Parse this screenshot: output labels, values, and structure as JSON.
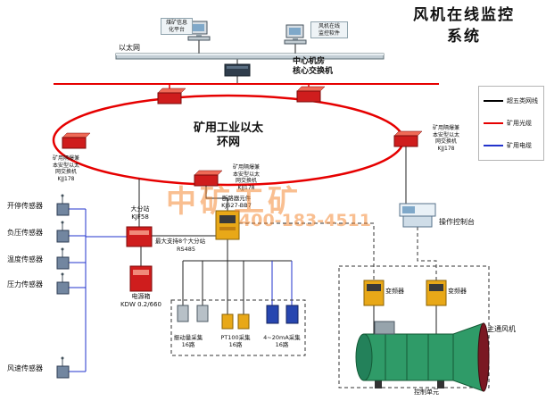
{
  "title": {
    "line1": "风机在线监控",
    "line2": "系统"
  },
  "watermark": {
    "brand": "中矿工矿",
    "phone": "400-183-4511"
  },
  "top": {
    "ethernet_label": "以太网",
    "pc_left_label": [
      "煤矿信息",
      "化平台"
    ],
    "pc_right_label": [
      "风机在线",
      "监控软件"
    ],
    "core_switch_label": [
      "中心机房",
      "核心交换机"
    ]
  },
  "ring": {
    "label": [
      "矿用工业以太",
      "环网"
    ],
    "switch_label": [
      "矿用隔爆兼",
      "本安型以太",
      "网交换机",
      "KJJ178"
    ]
  },
  "legend": {
    "items": [
      {
        "label": "超五类网线",
        "color": "#000000"
      },
      {
        "label": "矿用光缆",
        "color": "#e60000"
      },
      {
        "label": "矿用电缆",
        "color": "#2233cc"
      }
    ]
  },
  "sensors": [
    "开停传感器",
    "负压传感器",
    "温度传感器",
    "压力传感器",
    "风速传感器"
  ],
  "station": {
    "name": "大分站",
    "model": "KJF58",
    "note": "最大支持8个大分站",
    "bus": "RS485"
  },
  "power_box": {
    "name": "电源箱",
    "model": "KDW 0.2/660"
  },
  "breaker": {
    "name": "断路器元件",
    "model": "KJ627-BB7"
  },
  "daq_modules": [
    {
      "label": "振动量采集",
      "channels": "16路"
    },
    {
      "label": "PT100采集",
      "channels": "16路"
    },
    {
      "label": "4~20mA采集",
      "channels": "16路"
    }
  ],
  "right_side": {
    "console": "操作控制台",
    "vfd_left": "变频器",
    "vfd_right": "变频器",
    "fan": "主通风机",
    "control_unit": "控制单元"
  }
}
